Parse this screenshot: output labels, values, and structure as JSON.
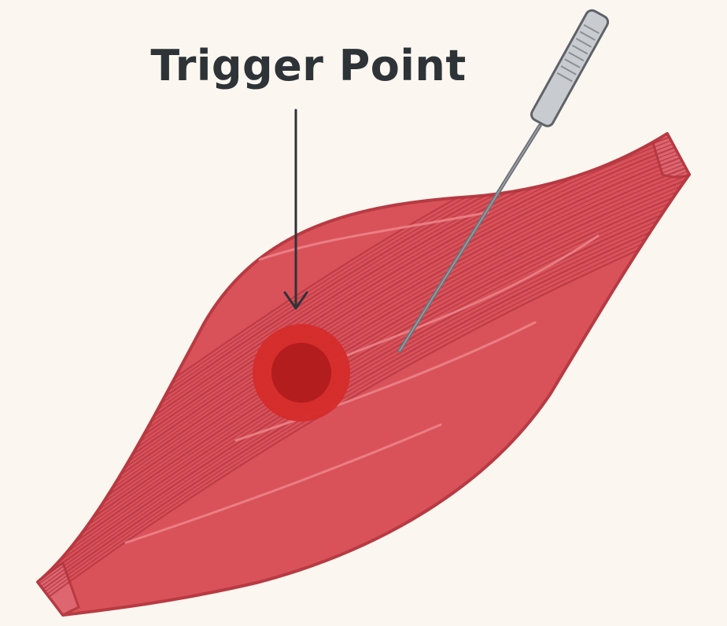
{
  "diagram": {
    "label": "Trigger Point",
    "colors": {
      "background": "#fbf7f0",
      "muscle": "#d9525a",
      "muscle_outline": "#b83a42",
      "fiber": "#b23640",
      "highlight": "#ef8a8f",
      "trigger_outer": "#d62b2b",
      "trigger_inner": "#b31d1d",
      "needle": "#6d7278",
      "handle": "#c8ccd0",
      "text": "#2e3338"
    },
    "icons": [
      "muscle-illustration",
      "trigger-point-spot",
      "acupuncture-needle-icon",
      "down-arrow-icon"
    ]
  }
}
